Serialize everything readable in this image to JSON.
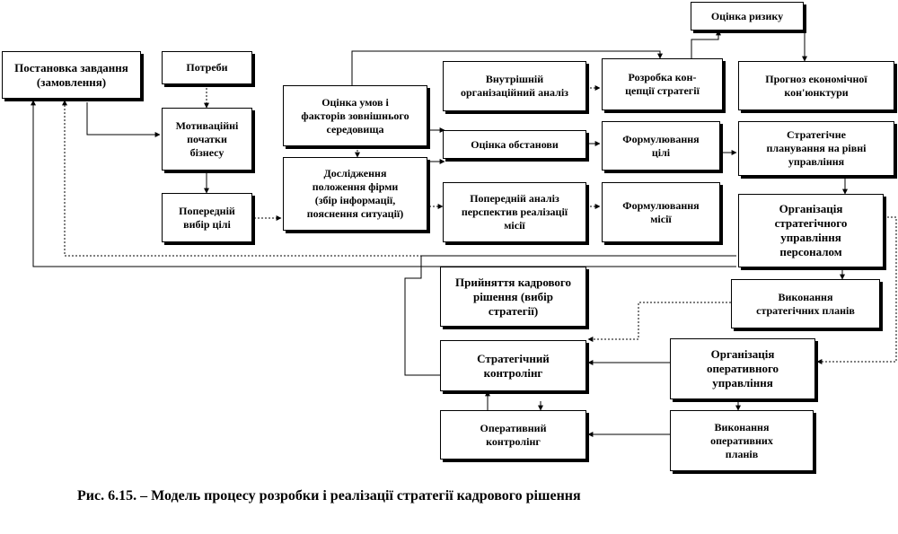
{
  "blocks": {
    "risk": "Оцінка ризику",
    "task": "Постановка завдання\n(замовлення)",
    "needs": "Потреби",
    "motiv": "Мотиваційні\nпочатки\nбізнесу",
    "prelim_goal": "Попередній\nвибір цілі",
    "env": "Оцінка умов і\nфакторів зовнішнього\nсередовища",
    "research": "Дослідження\nположення фірми\n(збір інформації,\nпояснення ситуації)",
    "internal": "Внутрішній\nорганізаційний  аналіз",
    "concept": "Розробка кон-\nцепції стратегії",
    "forecast": "Прогноз економічної\nкон'юнктури",
    "situation": "Оцінка обстанови",
    "goal_form": "Формулювання\nцілі",
    "strat_plan": "Стратегічне\nпланування на рівні\nуправління",
    "mission_an": "Попередній аналіз\nперспектив реалізації\nмісії",
    "mission_form": "Формулювання\nмісії",
    "org_strat": "Організація\nстратегічного\nуправління\nперсоналом",
    "decision": "Прийняття кадрового\nрішення  (вибір\nстратегії)",
    "exec_strat": "Виконання\nстратегічних планів",
    "strat_ctrl": "Стратегічний\nконтролінг",
    "org_oper": "Організація\nоперативного\nуправління",
    "oper_ctrl": "Оперативний\nконтролінг",
    "exec_oper": "Виконання\nоперативних\nпланів"
  },
  "caption": "Рис. 6.15. – Модель процесу розробки і реалізації стратегії кадрового рішення"
}
